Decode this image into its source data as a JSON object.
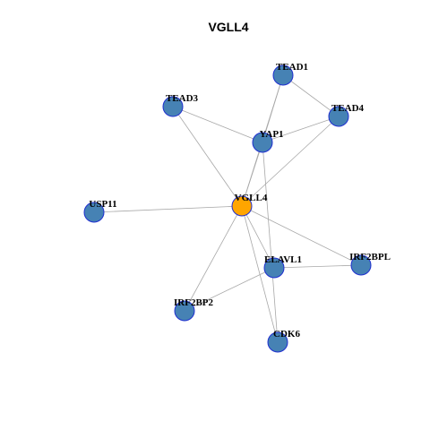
{
  "title": "VGLL4",
  "colors": {
    "center_node": "#FFA500",
    "default_node": "#4682B4",
    "node_border": "#1F2FD0",
    "edge": "#A8A8A8"
  },
  "nodes": [
    {
      "id": "VGLL4",
      "label": "VGLL4",
      "center": true
    },
    {
      "id": "TEAD1",
      "label": "TEAD1"
    },
    {
      "id": "TEAD4",
      "label": "TEAD4"
    },
    {
      "id": "TEAD3",
      "label": "TEAD3"
    },
    {
      "id": "YAP1",
      "label": "YAP1"
    },
    {
      "id": "USP11",
      "label": "USP11"
    },
    {
      "id": "IRF2BPL",
      "label": "IRF2BPL"
    },
    {
      "id": "ELAVL1",
      "label": "ELAVL1"
    },
    {
      "id": "IRF2BP2",
      "label": "IRF2BP2"
    },
    {
      "id": "CDK6",
      "label": "CDK6"
    }
  ],
  "edges": [
    [
      "VGLL4",
      "TEAD1"
    ],
    [
      "VGLL4",
      "TEAD4"
    ],
    [
      "VGLL4",
      "TEAD3"
    ],
    [
      "VGLL4",
      "YAP1"
    ],
    [
      "VGLL4",
      "USP11"
    ],
    [
      "VGLL4",
      "IRF2BPL"
    ],
    [
      "VGLL4",
      "ELAVL1"
    ],
    [
      "VGLL4",
      "IRF2BP2"
    ],
    [
      "VGLL4",
      "CDK6"
    ],
    [
      "TEAD1",
      "TEAD4"
    ],
    [
      "TEAD1",
      "YAP1"
    ],
    [
      "TEAD4",
      "YAP1"
    ],
    [
      "TEAD3",
      "YAP1"
    ],
    [
      "YAP1",
      "CDK6"
    ],
    [
      "ELAVL1",
      "IRF2BPL"
    ],
    [
      "ELAVL1",
      "IRF2BP2"
    ]
  ]
}
